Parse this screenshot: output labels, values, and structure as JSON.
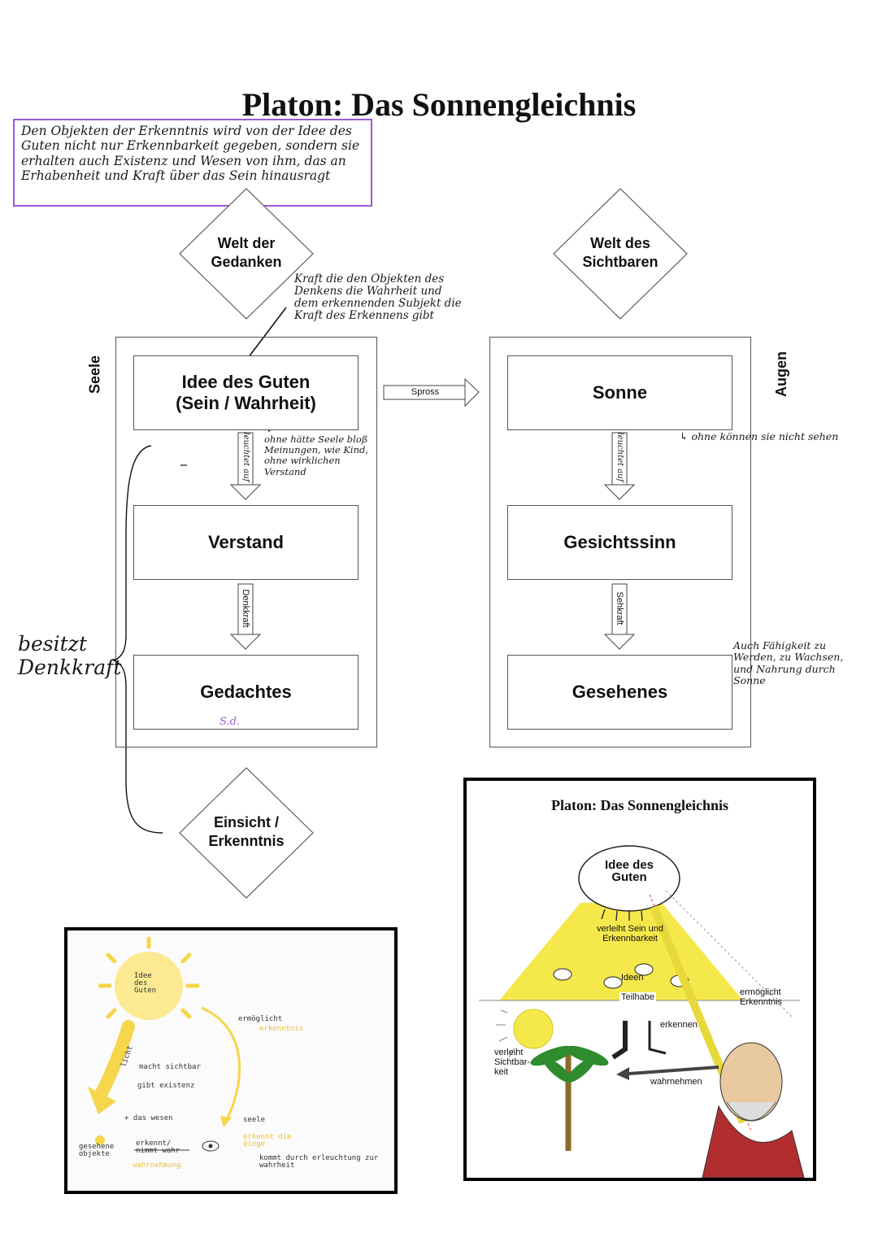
{
  "title": "Platon: Das Sonnengleichnis",
  "note_top": "Den Objekten der Erkenntnis wird von der Idee des Guten nicht nur Erkennbarkeit gegeben, sondern sie erhalten auch Existenz und Wesen von ihm, das an Erhabenheit und Kraft über das Sein hinausragt",
  "left_world": "Welt der Gedanken",
  "right_world": "Welt des Sichtbaren",
  "left_vertical": "Seele",
  "right_vertical": "Augen",
  "note_kraft": "Kraft die den Objekten des Denkens die Wahrheit und dem erkennenden Subjekt die Kraft des Erkennens gibt",
  "left_boxes": [
    "Idee des Guten",
    "(Sein / Wahrheit)",
    "Verstand",
    "Gedachtes"
  ],
  "right_boxes": [
    "Sonne",
    "Gesichtssinn",
    "Gesehenes"
  ],
  "arrow_middle": "Spross",
  "arrow_left_1": "leuchtet auf",
  "arrow_left_2": "Denkkraft",
  "arrow_right_1": "leuchtet auf",
  "arrow_right_2": "Sehkraft",
  "note_seele": "ohne hätte Seele bloß Meinungen, wie Kind, ohne wirklichen Verstand",
  "note_sonne": "↳ ohne können sie nicht sehen",
  "note_faehigkeit": "Auch Fähigkeit zu Werden, zu Wachsen, und Nahrung durch Sonne",
  "note_besitzt": "besitzt Denkkraft",
  "note_sd": "S.d.",
  "bottom_diamond": "Einsicht / Erkenntnis",
  "sketch": {
    "sun": "Idee des Guten",
    "licht": "licht",
    "macht": "macht sichtbar",
    "gibt": "gibt existenz",
    "wesen": "+ das wesen",
    "ermoeglicht": "ermöglicht",
    "erkenntnis": "erkenntnis",
    "gesehene": "gesehene objekte",
    "erkennt": "erkennt/ nimmt wahr",
    "wahrnehmung": "wahrnehmung",
    "seele": "seele",
    "erkennt_dinge": "erkennt die dinge",
    "kommt": "kommt durch erleuchtung zur wahrheit"
  },
  "figure": {
    "title": "Platon: Das Sonnengleichnis",
    "idea": "Idee des Guten",
    "verleiht": "verleiht Sein und Erkennbarkeit",
    "ideen": "Ideen",
    "teilhabe": "Teilhabe",
    "erkennen": "erkennen",
    "ermoeglicht": "ermöglicht Erkenntnis",
    "sichtbar": "verleiht Sichtbar-keit",
    "wahrnehmen": "wahrnehmen"
  },
  "colors": {
    "note_border": "#9b59d9",
    "purple_ink": "#9b59d9",
    "yellow": "#f5e84a",
    "sketch_yellow": "#f6d64a"
  }
}
